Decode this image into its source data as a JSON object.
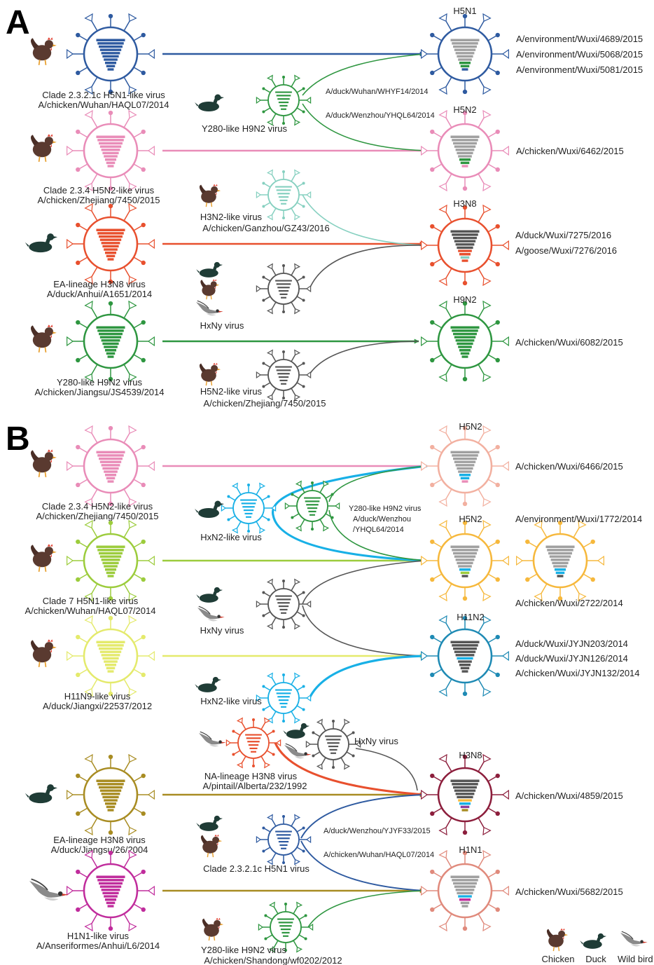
{
  "panels": [
    {
      "id": "A",
      "label": "A"
    },
    {
      "id": "B",
      "label": "B"
    }
  ],
  "legend": [
    {
      "id": "chicken",
      "label": "Chicken",
      "icon": "chicken-icon"
    },
    {
      "id": "duck",
      "label": "Duck",
      "icon": "duck-icon"
    },
    {
      "id": "wildbird",
      "label": "Wild bird",
      "icon": "wild-bird-icon"
    }
  ],
  "colors": {
    "blue": "#2e5aa0",
    "pink": "#e98cb8",
    "green": "#2e9640",
    "mint": "#86d0c0",
    "red": "#e8502e",
    "dark": "#555555",
    "gray": "#a0a0a0",
    "cyan": "#18b0e6",
    "lime": "#9ccc3c",
    "yellow": "#e4ea6c",
    "olive": "#a88c22",
    "magenta": "#c02c9c",
    "peach": "#f2b0a0",
    "orange": "#f6b83c",
    "teal": "#1e8ab4",
    "maroon": "#8c1e3c",
    "salmon": "#e08a7c",
    "purple": "#8c3c9c",
    "bird_dark": "#1f3c36",
    "bird_brown": "#5a3a30"
  },
  "viruses": [
    {
      "id": "a_h5n1_src",
      "label_lines": [
        "Clade 2.3.2.1c H5N1-like virus",
        "A/chicken/Wuhan/HAQL07/2014"
      ]
    },
    {
      "id": "a_h9n2_mid",
      "label_lines": [
        "Y280-like H9N2 virus"
      ]
    },
    {
      "id": "a_h5n2_src",
      "label_lines": [
        "Clade 2.3.4 H5N2-like virus",
        "A/chicken/Zhejiang/7450/2015"
      ]
    },
    {
      "id": "a_h3n2_mid",
      "label_lines": [
        "H3N2-like virus",
        "A/chicken/Ganzhou/GZ43/2016"
      ]
    },
    {
      "id": "a_h3n8_src",
      "label_lines": [
        "EA-lineage H3N8 virus",
        "A/duck/Anhui/A1651/2014"
      ]
    },
    {
      "id": "a_hxny_mid",
      "label_lines": [
        "HxNy virus"
      ]
    },
    {
      "id": "a_h9n2_src",
      "label_lines": [
        "Y280-like H9N2 virus",
        "A/chicken/Jiangsu/JS4539/2014"
      ]
    },
    {
      "id": "a_h5n2_mid",
      "label_lines": [
        "H5N2-like virus",
        "A/chicken/Zhejiang/7450/2015"
      ]
    },
    {
      "id": "a_h5n1_out",
      "title": "H5N1",
      "strains": [
        "A/environment/Wuxi/4689/2015",
        "A/environment/Wuxi/5068/2015",
        "A/environment/Wuxi/5081/2015"
      ]
    },
    {
      "id": "a_h5n2_out",
      "title": "H5N2",
      "strains": [
        "A/chicken/Wuxi/6462/2015"
      ]
    },
    {
      "id": "a_h3n8_out",
      "title": "H3N8",
      "strains": [
        "A/duck/Wuxi/7275/2016",
        "A/goose/Wuxi/7276/2016"
      ]
    },
    {
      "id": "a_h9n2_out",
      "title": "H9N2",
      "strains": [
        "A/chicken/Wuxi/6082/2015"
      ]
    },
    {
      "id": "b_h5n2_src",
      "label_lines": [
        "Clade 2.3.4 H5N2-like virus",
        "A/chicken/Zhejiang/7450/2015"
      ]
    },
    {
      "id": "b_hxn2_mid1",
      "label_lines": [
        "HxN2-like virus"
      ]
    },
    {
      "id": "b_h9n2_mid",
      "label_lines": [
        "Y280-like H9N2 virus",
        "A/duck/Wenzhou",
        "/YHQL64/2014"
      ]
    },
    {
      "id": "b_h5n1_src",
      "label_lines": [
        "Clade 7 H5N1-like virus",
        "A/chicken/Wuhan/HAQL07/2014"
      ]
    },
    {
      "id": "b_hxny_mid1",
      "label_lines": [
        "HxNy virus"
      ]
    },
    {
      "id": "b_h11n9_src",
      "label_lines": [
        "H11N9-like virus",
        "A/duck/Jiangxi/22537/2012"
      ]
    },
    {
      "id": "b_hxn2_mid2",
      "label_lines": [
        "HxN2-like virus"
      ]
    },
    {
      "id": "b_h3n8na_mid",
      "label_lines": [
        "NA-lineage H3N8 virus",
        "A/pintail/Alberta/232/1992"
      ]
    },
    {
      "id": "b_hxny_mid2",
      "label_lines": [
        "HxNy virus"
      ]
    },
    {
      "id": "b_h3n8_src",
      "label_lines": [
        "EA-lineage H3N8 virus",
        "A/duck/Jiangsu/26/2004"
      ]
    },
    {
      "id": "b_h5n1_mid",
      "label_lines": [
        "Clade 2.3.2.1c H5N1 virus"
      ]
    },
    {
      "id": "b_h1n1_src",
      "label_lines": [
        "H1N1-like virus",
        "A/Anseriformes/Anhui/L6/2014"
      ]
    },
    {
      "id": "b_h9n2_mid2",
      "label_lines": [
        "Y280-like H9N2 virus",
        "A/chicken/Shandong/wf0202/2012"
      ]
    },
    {
      "id": "b_h5n2_out1",
      "title": "H5N2",
      "strains": [
        "A/chicken/Wuxi/6466/2015"
      ]
    },
    {
      "id": "b_h5n2_out2",
      "title": "H5N2",
      "strains": [
        "A/environment/Wuxi/1772/2014",
        "A/chicken/Wuxi/2722/2014"
      ]
    },
    {
      "id": "b_h11n2_out",
      "title": "H11N2",
      "strains": [
        "A/duck/Wuxi/JYJN203/2014",
        "A/duck/Wuxi/JYJN126/2014",
        "A/chicken/Wuxi/JYJN132/2014"
      ]
    },
    {
      "id": "b_h3n8_out",
      "title": "H3N8",
      "strains": [
        "A/chicken/Wuxi/4859/2015"
      ]
    },
    {
      "id": "b_h1n1_out",
      "title": "H1N1",
      "strains": [
        "A/chicken/Wuxi/5682/2015"
      ]
    }
  ],
  "edge_labels": [
    {
      "id": "a_lbl1",
      "text": "A/duck/Wuhan/WHYF14/2014"
    },
    {
      "id": "a_lbl2",
      "text": "A/duck/Wenzhou/YHQL64/2014"
    },
    {
      "id": "b_lbl1",
      "text": "A/duck/Wenzhou/YJYF33/2015"
    },
    {
      "id": "b_lbl2",
      "text": "A/chicken/Wuhan/HAQL07/2014"
    }
  ]
}
